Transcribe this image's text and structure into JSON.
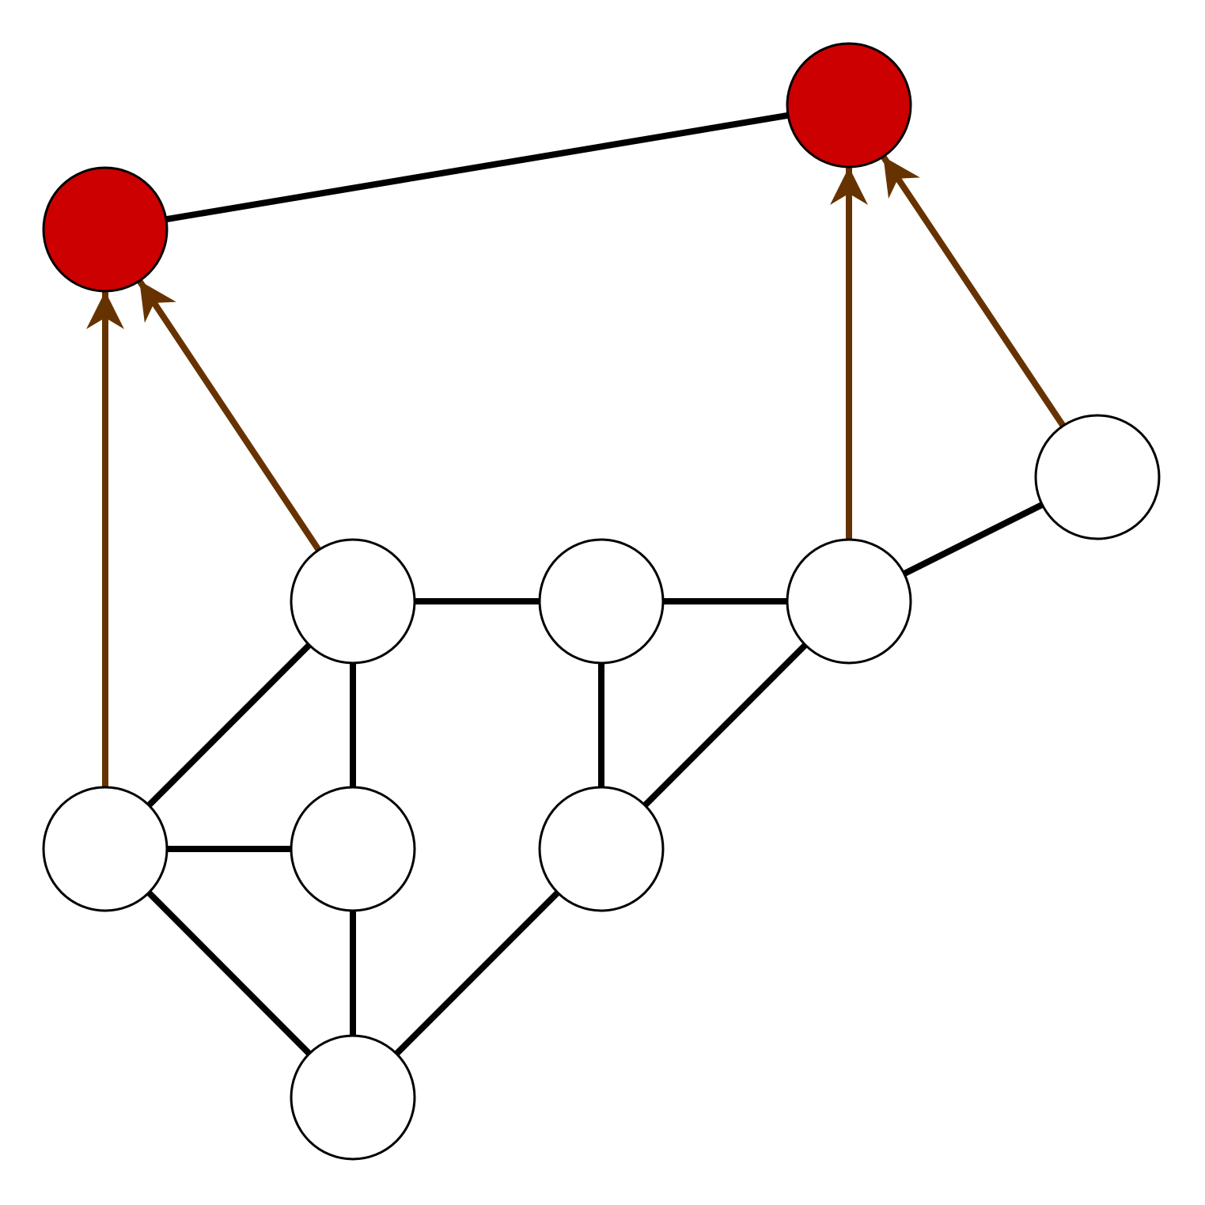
{
  "colors": {
    "background": "#ffffff",
    "plain_edge": "#000000",
    "arrow_edge": "#663300",
    "node_default_fill": "#ffffff",
    "node_highlight_fill": "#cc0000",
    "node_stroke": "#000000"
  },
  "graph": {
    "nodes": [
      {
        "id": "r1",
        "highlighted": true
      },
      {
        "id": "r2",
        "highlighted": true
      },
      {
        "id": "n1",
        "highlighted": false
      },
      {
        "id": "n2",
        "highlighted": false
      },
      {
        "id": "n3",
        "highlighted": false
      },
      {
        "id": "n4",
        "highlighted": false
      },
      {
        "id": "n5",
        "highlighted": false
      },
      {
        "id": "n6",
        "highlighted": false
      },
      {
        "id": "n7",
        "highlighted": false
      },
      {
        "id": "n8",
        "highlighted": false
      }
    ],
    "edges": [
      {
        "from": "r1",
        "to": "r2",
        "directed": false
      },
      {
        "from": "n2",
        "to": "n3",
        "directed": false
      },
      {
        "from": "n3",
        "to": "n4",
        "directed": false
      },
      {
        "from": "n4",
        "to": "n1",
        "directed": false
      },
      {
        "from": "n2",
        "to": "n5",
        "directed": false
      },
      {
        "from": "n2",
        "to": "n6",
        "directed": false
      },
      {
        "from": "n3",
        "to": "n7",
        "directed": false
      },
      {
        "from": "n4",
        "to": "n7",
        "directed": false
      },
      {
        "from": "n5",
        "to": "n6",
        "directed": false
      },
      {
        "from": "n5",
        "to": "n8",
        "directed": false
      },
      {
        "from": "n6",
        "to": "n8",
        "directed": false
      },
      {
        "from": "n7",
        "to": "n8",
        "directed": false
      },
      {
        "from": "n2",
        "to": "r1",
        "directed": true
      },
      {
        "from": "n5",
        "to": "r1",
        "directed": true
      },
      {
        "from": "n4",
        "to": "r2",
        "directed": true
      },
      {
        "from": "n1",
        "to": "r2",
        "directed": true
      }
    ]
  }
}
